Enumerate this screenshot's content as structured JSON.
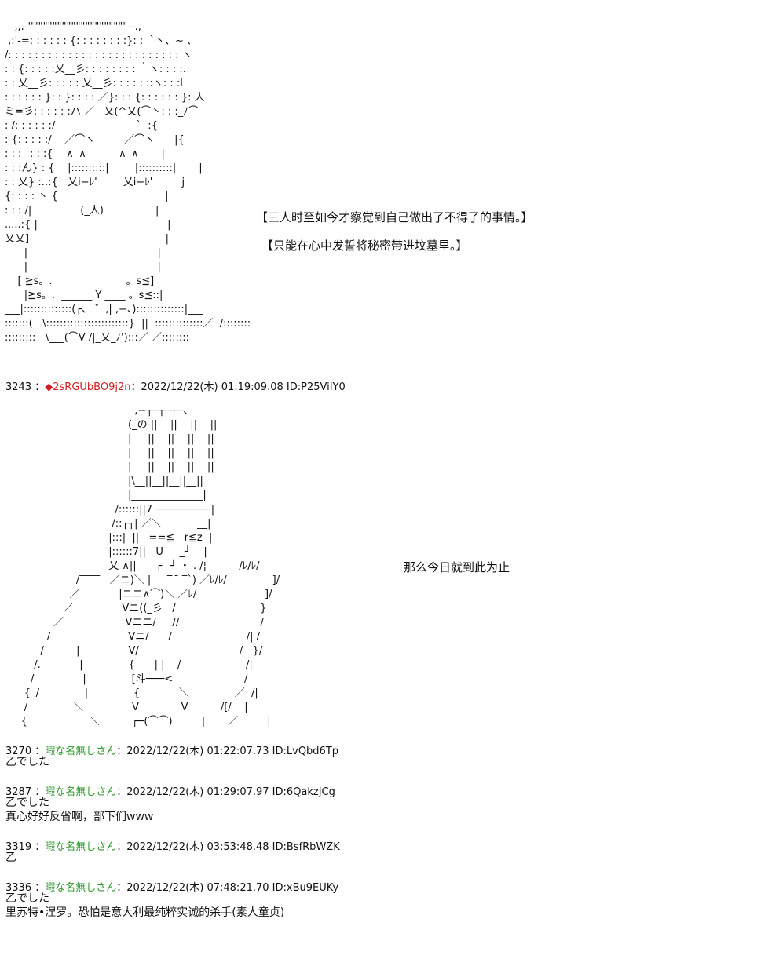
{
  "art_top": {
    "lines": [
      "   ‚,.‐''\"\"\"\"\"\"\"\"\"\"\"\"\"\"\"\"\"\"\"\"‐-.,",
      " ,:'‐=: : : : : : {: : : : : : : :}: :  `丶、~ ､",
      "/: : : : : : : : : : : : : : : : : : : : : : : : : : ヽ",
      ": : {: : : : :乂__彡: : : : : : : : ｀ヽ: : : :.",
      ": : 乂__彡: : : : : 乂__彡: : : : : ::ヽ: : :l",
      ": : : : : : }: : }: : : : ／}: : : {: : : : : : }: 人",
      "ミ=彡: : : : : :ハ ／   乂(^乂(⌒丶: : :_ﾉ⌒",
      ": /: : : : : :/                         `  :{",
      ": {: : : : :/    ／⌒ヽ         ／⌒ヽ      |{",
      ": : : _: : :{    ∧_∧          ∧_∧       |",
      ": : :ん} : {    |::::::::::|        |::::::::::|       |",
      ": : 乂} :..:{   乂i−ﾚ'        乂i−ﾚ'         j",
      "{: : : : 丶 {                                 |",
      ": : : /|               (_人)                |",
      ".....:{ |                                        |",
      "乂乂]                                          |",
      "      |                                        |",
      "      |                                        |",
      "    [ ≧s。.  ______    ____ 。s≦]",
      "      |≧s。.  ______ Y ____ 。s≦::|",
      "___|::::::::::::::(┌、 ゛,| ,−、)::::::::::::::|___",
      ":::::::(   \\::::::::::::::::::::::::}  ||  ::::::::::::::／  /::::::::",
      ":::::::::   \\___(⌒V /|_乂_ﾉ'):::／ ／::::::::"
    ]
  },
  "captions_top": [
    "【三人时至如今才察觉到自己做出了不得了的事情。】",
    "【只能在心中发誓将秘密带进坟墓里。】"
  ],
  "post_3243": {
    "number": "3243",
    "separator": "：",
    "marker": "◆",
    "trip": "2sRGUbBO9j2n",
    "meta": "：2022/12/22(木) 01:19:09.08 ID:P25ViIY0"
  },
  "art_mid": {
    "lines": [
      "                                        ,−┬─┬─┬─、",
      "                                      (_の ||    ||    ||    ||",
      "                                      |     ||    ||    ||    ||",
      "                                      |     ||    ||    ||    ||",
      "                                      |     ||    ||    ||    ||",
      "                                      |\\__||__||__||__||",
      "                                      |______________|",
      "                                  /::::::||7 ─────────|",
      "                                 /::┌┐| ／＼           __|",
      "                                |:::|  ||   ==≦   r≦z  |",
      "                                |::::::7||   U     _┘    |",
      "                                乂 ∧||      ┌_ ┘ ・ . /¦          /ﾚ/ﾚ/",
      "                      /‾‾‾‾   ／ニ)＼ |     ‾  ̄ ‾`) ／ﾚ/ﾚ/              ]/",
      "                    ／            |ニニ∧⌒)＼ ／ﾚ/                     ]/",
      "                  ／               Vニ((_彡   /                          }",
      "               ／                   Vニニ/     //                         /",
      "             /                        Vニ/      /                       /| /",
      "           /          |               V/                               /   }/",
      "         /.            |              {      | |    /                    /|",
      "        /               |              [斗───<                      /",
      "      {_/              |              {            ＼              ／  /|",
      "      /              ＼               V             V          /[/    |",
      "     {                   ＼          ┌─(⌒⌒)         |       ／         |"
    ]
  },
  "caption_mid": "那么今日就到此为止",
  "posts": [
    {
      "number": "3270",
      "separator": "：",
      "name": "暇な名無しさん",
      "meta": "：2022/12/22(木) 01:22:07.73 ID:LvQbd6Tp",
      "body": [
        "乙でした"
      ]
    },
    {
      "number": "3287",
      "separator": "：",
      "name": "暇な名無しさん",
      "meta": "：2022/12/22(木) 01:29:07.97 ID:6QakzJCg",
      "body": [
        "乙でした",
        "真心好好反省啊，部下们www"
      ]
    },
    {
      "number": "3319",
      "separator": "：",
      "name": "暇な名無しさん",
      "meta": "：2022/12/22(木) 03:53:48.48 ID:BsfRbWZK",
      "body": [
        "乙"
      ]
    },
    {
      "number": "3336",
      "separator": "：",
      "name": "暇な名無しさん",
      "meta": "：2022/12/22(木) 07:48:21.70 ID:xBu9EUKy",
      "body": [
        "乙でした",
        "里苏特•涅罗。恐怕是意大利最纯粹实诚的杀手(素人童贞)"
      ]
    }
  ],
  "colors": {
    "trip": "#d02020",
    "name": "#2f9a2f",
    "text": "#111111"
  }
}
